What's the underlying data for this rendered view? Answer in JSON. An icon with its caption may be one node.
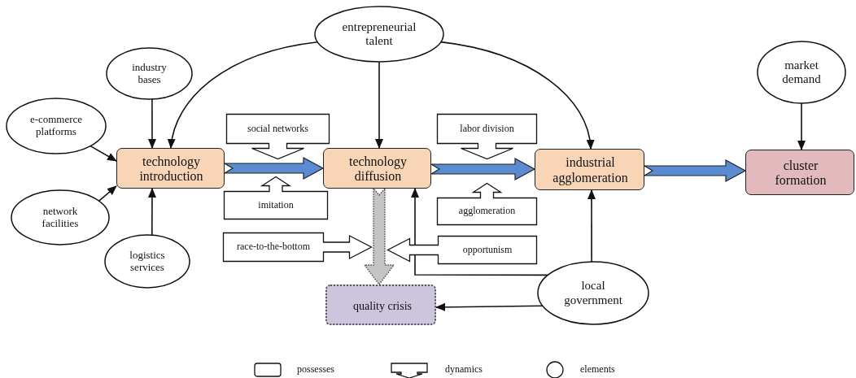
{
  "diagram": {
    "nodes": [
      {
        "text": [
          "entrepreneurial talent"
        ]
      },
      {
        "text": [
          "industry bases"
        ]
      },
      {
        "text": [
          "e-commerce platforms"
        ]
      },
      {
        "text": [
          "network facilities"
        ]
      },
      {
        "text": [
          "logistics services"
        ]
      },
      {
        "text": [
          "market demand"
        ]
      },
      {
        "text": [
          "technology introduction"
        ]
      },
      {
        "text": [
          "technology diffusion"
        ]
      },
      {
        "text": [
          "industrial agglomeration"
        ]
      },
      {
        "text": [
          "cluster formation"
        ]
      },
      {
        "text": [
          "social networks"
        ]
      },
      {
        "text": [
          "imitation"
        ]
      },
      {
        "text": [
          "labor division"
        ]
      },
      {
        "text": [
          "agglomeration"
        ]
      },
      {
        "text": [
          "race-to-the-bottom"
        ]
      },
      {
        "text": [
          "opportunism"
        ]
      },
      {
        "text": [
          "local government"
        ]
      },
      {
        "text": [
          "quality crisis"
        ]
      }
    ],
    "edges": [
      {
        "from": 0,
        "to": 6,
        "arrow": "to"
      },
      {
        "from": 0,
        "to": 7,
        "arrow": "to"
      },
      {
        "from": 0,
        "to": 8,
        "arrow": "to"
      },
      {
        "from": 1,
        "to": 6,
        "arrow": "to"
      },
      {
        "from": 2,
        "to": 6,
        "arrow": "to"
      },
      {
        "from": 3,
        "to": 6,
        "arrow": "to"
      },
      {
        "from": 4,
        "to": 6,
        "arrow": "to"
      },
      {
        "from": 5,
        "to": 9,
        "arrow": "to"
      },
      {
        "from": 6,
        "to": 7,
        "arrow": "to",
        "style": "thick",
        "color": "#5b8bd0"
      },
      {
        "from": 7,
        "to": 8,
        "arrow": "to",
        "style": "thick",
        "color": "#5b8bd0"
      },
      {
        "from": 8,
        "to": 9,
        "arrow": "to",
        "style": "thick",
        "color": "#5b8bd0"
      },
      {
        "from": 7,
        "to": 17,
        "arrow": "to",
        "style": "dashed",
        "color": "#c4c4c4"
      },
      {
        "from": 16,
        "to": 7,
        "arrow": "to"
      },
      {
        "from": 16,
        "to": 8,
        "arrow": "to"
      },
      {
        "from": 16,
        "to": 17,
        "arrow": "to"
      }
    ],
    "legend": [
      {
        "text": "possesses"
      },
      {
        "text": "dynamics"
      },
      {
        "text": "elements"
      }
    ]
  }
}
